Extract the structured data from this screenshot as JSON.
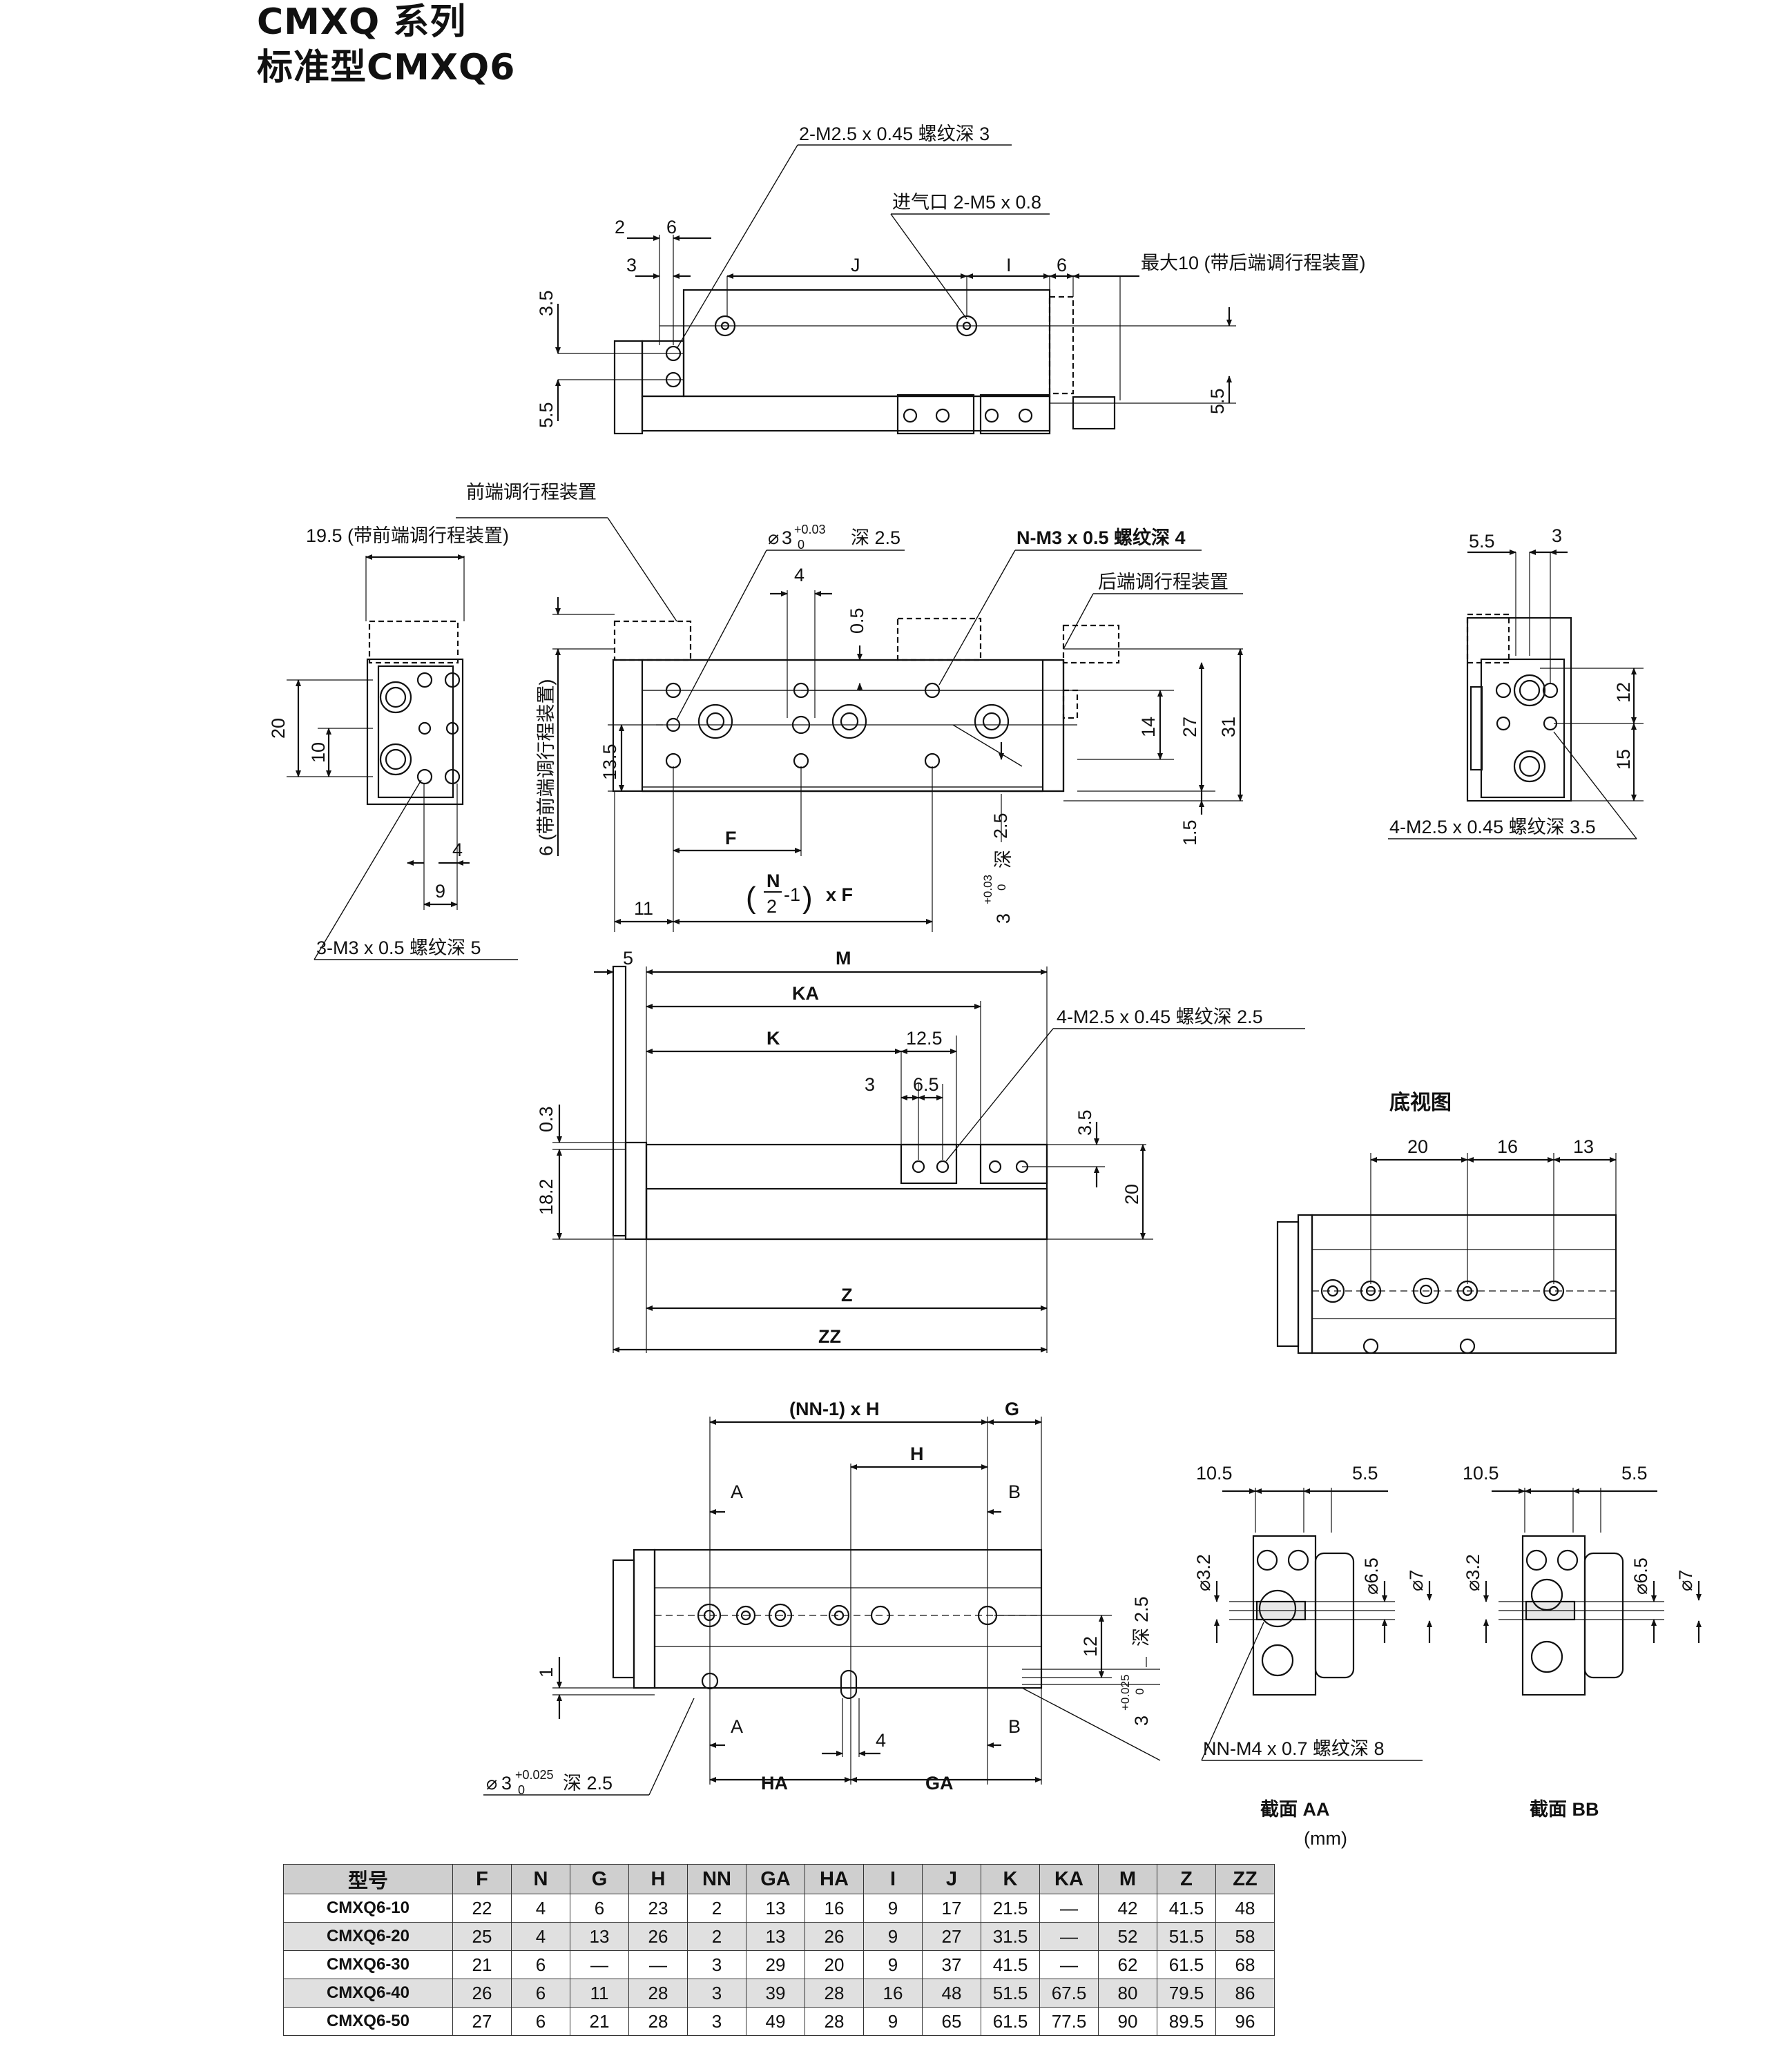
{
  "header": {
    "series": "CMXQ 系列",
    "model_title": "标准型CMXQ6"
  },
  "top_view": {
    "callout_thread": "2-M2.5 x 0.45 螺纹深 3",
    "callout_port": "进气口 2-M5 x 0.8",
    "dim_2": "2",
    "dim_6a": "6",
    "dim_3": "3",
    "dim_J": "J",
    "dim_I": "I",
    "dim_6b": "6",
    "max_note": "最大10 (带后端调行程装置)",
    "dim_3_5": "3.5",
    "dim_5_5a": "5.5",
    "dim_5_5b": "5.5"
  },
  "side_left": {
    "front_adjuster": "前端调行程装置",
    "dim_19_5": "19.5 (带前端调行程装置)",
    "dim_20": "20",
    "dim_10": "10",
    "dim_4": "4",
    "dim_9": "9",
    "callout_3m3": "3-M3 x 0.5 螺纹深 5"
  },
  "front_view": {
    "pin_hole": "3",
    "pin_tol": "+0.03",
    "pin_tol0": "0",
    "pin_depth": "深 2.5",
    "callout_n": "N-M3 x 0.5 螺纹深 4",
    "rear_adjuster": "后端调行程装置",
    "dim_4": "4",
    "dim_0_5": "0.5",
    "dim_14": "14",
    "dim_27": "27",
    "dim_31": "31",
    "dim_13_5": "13.5",
    "dim_6_front": "6 (带前端调行程装置)",
    "dim_F": "F",
    "dim_11": "11",
    "formula_n": "N",
    "formula_2": "2",
    "formula_rest": "-1",
    "formula_xf": "x F",
    "dim_2_5": "2.5",
    "dim_slot": "3",
    "slot_tol": "+0.03",
    "slot_tol0": "0",
    "slot_depth": "深",
    "dim_1_5": "1.5"
  },
  "side_right": {
    "dim_5_5": "5.5",
    "dim_3": "3",
    "dim_12": "12",
    "dim_15": "15",
    "callout": "4-M2.5 x 0.45 螺纹深 3.5"
  },
  "mid_view": {
    "dim_5": "5",
    "dim_M": "M",
    "dim_KA": "KA",
    "dim_K": "K",
    "dim_12_5": "12.5",
    "dim_3": "3",
    "dim_6_5": "6.5",
    "callout": "4-M2.5 x 0.45 螺纹深 2.5",
    "dim_0_3": "0.3",
    "dim_18_2": "18.2",
    "dim_3_5": "3.5",
    "dim_20": "20",
    "dim_Z": "Z",
    "dim_ZZ": "ZZ"
  },
  "bottom_view": {
    "label": "底视图",
    "dim_20": "20",
    "dim_16": "16",
    "dim_13": "13"
  },
  "lower_view": {
    "dim_nnh": "(NN-1)  x H",
    "dim_G": "G",
    "dim_H": "H",
    "mark_A": "A",
    "mark_B": "B",
    "dim_1": "1",
    "dim_12": "12",
    "dim_2_5": "2.5",
    "slot_3": "3",
    "slot_tol": "+0.025",
    "slot_tol0": "0",
    "slot_depth": "深",
    "dim_4": "4",
    "dim_HA": "HA",
    "dim_GA": "GA",
    "pin_callout": "3",
    "pin_tol": "+0.025",
    "pin_tol0": "0",
    "pin_depth": "深 2.5"
  },
  "sections": {
    "dim_10_5": "10.5",
    "dim_5_5": "5.5",
    "dim_3_2": "3.2",
    "dim_6_5": "6.5",
    "dim_7": "7",
    "callout_nn": "NN-M4 x 0.7 螺纹深 8",
    "section_aa": "截面 AA",
    "section_bb": "截面 BB"
  },
  "table": {
    "unit": "(mm)",
    "headers": [
      "型号",
      "F",
      "N",
      "G",
      "H",
      "NN",
      "GA",
      "HA",
      "I",
      "J",
      "K",
      "KA",
      "M",
      "Z",
      "ZZ"
    ],
    "rows": [
      [
        "CMXQ6-10",
        "22",
        "4",
        "6",
        "23",
        "2",
        "13",
        "16",
        "9",
        "17",
        "21.5",
        "—",
        "42",
        "41.5",
        "48"
      ],
      [
        "CMXQ6-20",
        "25",
        "4",
        "13",
        "26",
        "2",
        "13",
        "26",
        "9",
        "27",
        "31.5",
        "—",
        "52",
        "51.5",
        "58"
      ],
      [
        "CMXQ6-30",
        "21",
        "6",
        "—",
        "—",
        "3",
        "29",
        "20",
        "9",
        "37",
        "41.5",
        "—",
        "62",
        "61.5",
        "68"
      ],
      [
        "CMXQ6-40",
        "26",
        "6",
        "11",
        "28",
        "3",
        "39",
        "28",
        "16",
        "48",
        "51.5",
        "67.5",
        "80",
        "79.5",
        "86"
      ],
      [
        "CMXQ6-50",
        "27",
        "6",
        "21",
        "28",
        "3",
        "49",
        "28",
        "9",
        "65",
        "61.5",
        "77.5",
        "90",
        "89.5",
        "96"
      ]
    ]
  }
}
